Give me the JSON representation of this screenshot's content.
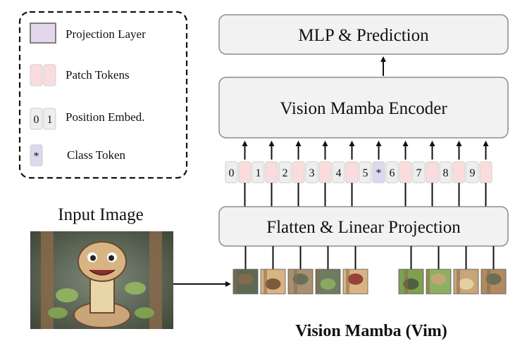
{
  "legend": {
    "projection_layer": "Projection Layer",
    "patch_tokens": "Patch Tokens",
    "position_embed": "Position Embed.",
    "pos_example": [
      "0",
      "1"
    ],
    "class_token": "Class Token",
    "class_symbol": "*"
  },
  "blocks": {
    "mlp": "MLP & Prediction",
    "encoder": "Vision Mamba Encoder",
    "flatten": "Flatten & Linear Projection"
  },
  "input_image_label": "Input Image",
  "title": "Vision Mamba (Vim)",
  "tokens": [
    {
      "type": "pos",
      "label": "0"
    },
    {
      "type": "patch"
    },
    {
      "type": "pos",
      "label": "1"
    },
    {
      "type": "patch"
    },
    {
      "type": "pos",
      "label": "2"
    },
    {
      "type": "patch"
    },
    {
      "type": "pos",
      "label": "3"
    },
    {
      "type": "patch"
    },
    {
      "type": "pos",
      "label": "4"
    },
    {
      "type": "patch"
    },
    {
      "type": "pos",
      "label": "5"
    },
    {
      "type": "class",
      "label": "*"
    },
    {
      "type": "pos",
      "label": "6"
    },
    {
      "type": "patch"
    },
    {
      "type": "pos",
      "label": "7"
    },
    {
      "type": "patch"
    },
    {
      "type": "pos",
      "label": "8"
    },
    {
      "type": "patch"
    },
    {
      "type": "pos",
      "label": "9"
    },
    {
      "type": "patch"
    }
  ],
  "colors": {
    "projection_fill": "#e4d7ec",
    "patch_fill": "#fbdcdc",
    "pos_fill": "#eeeeee",
    "class_fill": "#dcd8ee",
    "block_fill": "#f2f2f2",
    "stroke": "#8c8c8c"
  }
}
